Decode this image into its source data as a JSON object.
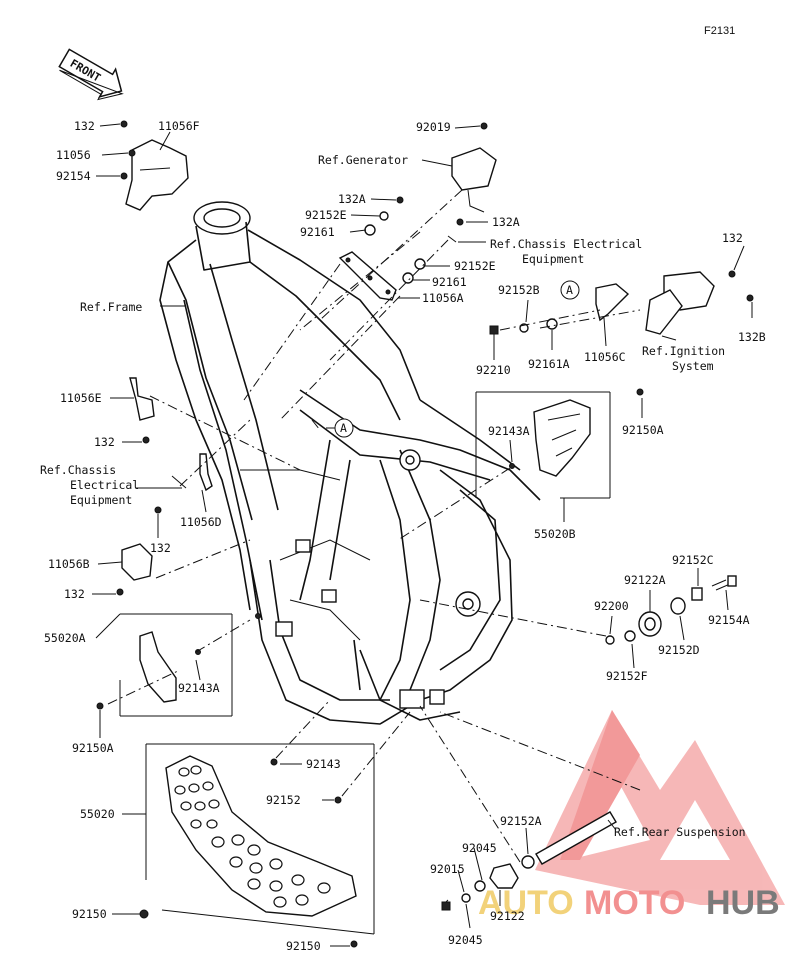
{
  "figure_id": "F2131",
  "front_label": "FRONT",
  "ref_marker": "A",
  "watermark": {
    "auto": "AUTO",
    "moto": "MOTO",
    "hub": "HUB"
  },
  "parts": {
    "p132_top": "132",
    "p11056F": "11056F",
    "p11056_top": "11056",
    "p92154": "92154",
    "p92019": "92019",
    "ref_generator": "Ref.Generator",
    "p132A_a": "132A",
    "p92152E_a": "92152E",
    "p92161_a": "92161",
    "p132A_b": "132A",
    "ref_chassis_elec_1": "Ref.Chassis Electrical",
    "ref_chassis_elec_2": "Equipment",
    "p92152E_b": "92152E",
    "p92161_b": "92161",
    "p11056A": "11056A",
    "p132_right": "132",
    "p92152B": "92152B",
    "p132B": "132B",
    "ref_ignition_1": "Ref.Ignition",
    "ref_ignition_2": "System",
    "p92210": "92210",
    "p92161A": "92161A",
    "p11056C": "11056C",
    "ref_frame": "Ref.Frame",
    "p11056E": "11056E",
    "p132_mid": "132",
    "ref_chassis_left_1": "Ref.Chassis",
    "ref_chassis_left_2": "Electrical",
    "ref_chassis_left_3": "Equipment",
    "p132_left": "132",
    "p11056D": "11056D",
    "p92143A_right": "92143A",
    "p92150A_right": "92150A",
    "p55020B": "55020B",
    "p11056B": "11056B",
    "p132_low": "132",
    "p92152C": "92152C",
    "p92122A": "92122A",
    "p92154A": "92154A",
    "p92200": "92200",
    "p92152D": "92152D",
    "p92152F": "92152F",
    "p55020A": "55020A",
    "p92143A_left": "92143A",
    "p92150A_left": "92150A",
    "p92143": "92143",
    "p92152": "92152",
    "p55020": "55020",
    "p92150_a": "92150",
    "p92150_b": "92150",
    "p92152A": "92152A",
    "ref_rear_susp": "Ref.Rear Suspension",
    "p92045_a": "92045",
    "p92015": "92015",
    "p92045_b": "92045",
    "p92122": "92122"
  }
}
